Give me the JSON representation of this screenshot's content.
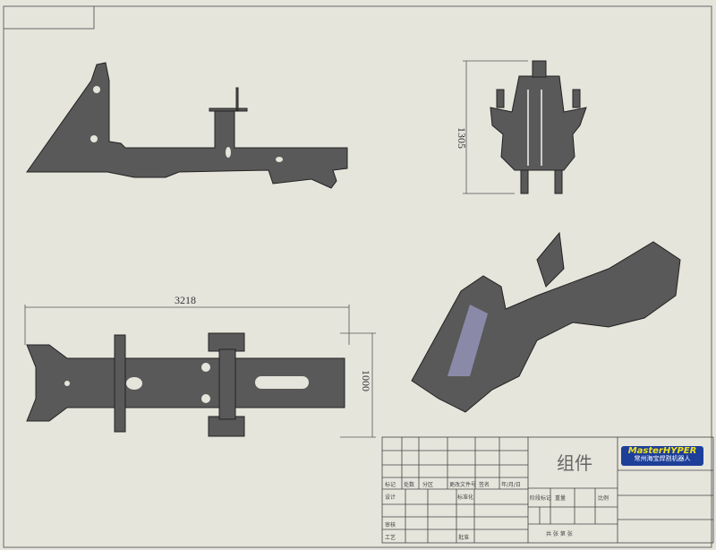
{
  "drawing": {
    "dimensions": {
      "height_front": "1305",
      "length_top": "3218",
      "width_top": "1000"
    },
    "title_block": {
      "title": "组件",
      "rev_headers": [
        "标记",
        "处数",
        "分区",
        "更改文件号",
        "签名",
        "年/月/日"
      ],
      "signoff_labels": [
        "设计",
        "标准化",
        "审核",
        "工艺",
        "批准"
      ],
      "info_headers": [
        "阶段标记",
        "重量",
        "比例"
      ],
      "sheet_text": "共 张   第 张",
      "logo": {
        "brand": "MasterHYPER",
        "subtitle": "常州海宝焊割机器人"
      }
    },
    "colors": {
      "paper": "#e6e5dc",
      "part": "#595959",
      "line": "#555555",
      "logo_bg": "#1d3f9a",
      "logo_text": "#f2e21a"
    }
  }
}
